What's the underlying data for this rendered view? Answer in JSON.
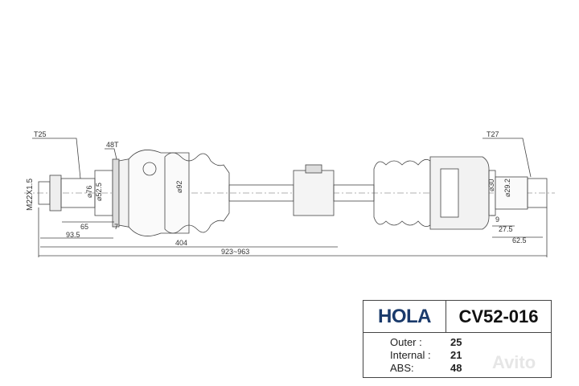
{
  "drawing": {
    "labels": {
      "outer_spline": "T25",
      "abs_ring": "48T",
      "thread": "M22X1.5",
      "inner_spline": "T27"
    },
    "dimensions": {
      "d76": "76",
      "d52_5": "52.5",
      "d92": "92",
      "d30": "30",
      "d29_2": "29.2",
      "l65": "65",
      "l7": "7",
      "l93_5": "93.5",
      "l404": "404",
      "l_total": "923~963",
      "l9": "9",
      "l27_5": "27.5",
      "l62_5": "62.5"
    },
    "diameter_symbol": "⌀"
  },
  "spec": {
    "brand": "HOLA",
    "part_number": "CV52-016",
    "rows": [
      {
        "label": "Outer :",
        "value": "25"
      },
      {
        "label": "Internal :",
        "value": "21"
      },
      {
        "label": "ABS:",
        "value": "48"
      }
    ]
  },
  "watermark": "Avito"
}
